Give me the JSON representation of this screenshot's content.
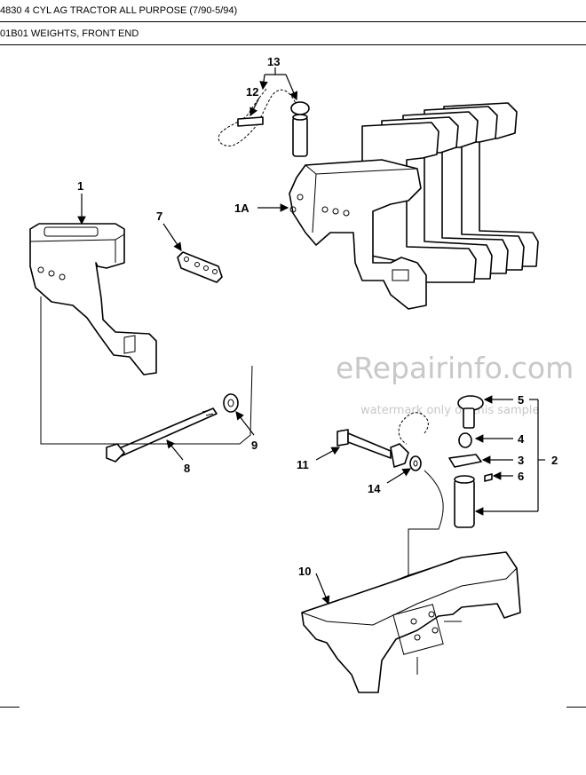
{
  "header": {
    "title": "4830 4 CYL AG TRACTOR ALL PURPOSE (7/90-5/94)",
    "section": "01B01 WEIGHTS, FRONT END"
  },
  "watermark": {
    "brand": "eRepairinfo.com",
    "notice": "watermark only on this sample"
  },
  "callouts": {
    "c1": "1",
    "c1A": "1A",
    "c2": "2",
    "c3": "3",
    "c4": "4",
    "c5": "5",
    "c6": "6",
    "c7": "7",
    "c8": "8",
    "c9": "9",
    "c10": "10",
    "c11": "11",
    "c12": "12",
    "c13": "13",
    "c14": "14"
  }
}
